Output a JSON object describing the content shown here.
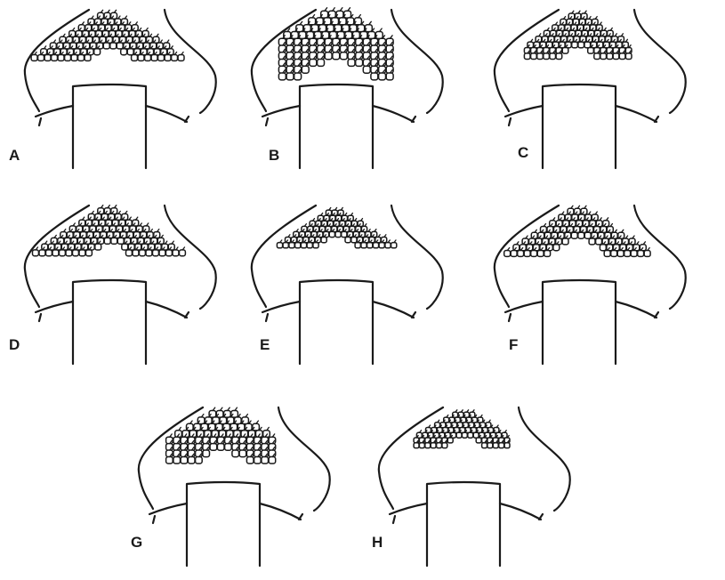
{
  "figure": {
    "panels": [
      {
        "label": "A",
        "pattern": {
          "apex": 0.1,
          "arm": 0.93,
          "depth": 0.7,
          "angle": 0.42,
          "scale": 1.0
        }
      },
      {
        "label": "B",
        "pattern": {
          "apex": 0.05,
          "arm": 0.55,
          "depth": 0.95,
          "angle": 0.62,
          "scale": 1.15
        }
      },
      {
        "label": "C",
        "pattern": {
          "apex": 0.12,
          "arm": 0.52,
          "depth": 0.72,
          "angle": 0.3,
          "scale": 0.95
        }
      },
      {
        "label": "D",
        "pattern": {
          "apex": 0.08,
          "arm": 0.85,
          "depth": 0.65,
          "angle": 0.4,
          "scale": 1.0
        }
      },
      {
        "label": "E",
        "pattern": {
          "apex": 0.15,
          "arm": 0.9,
          "depth": 0.45,
          "angle": 0.36,
          "scale": 0.9
        }
      },
      {
        "label": "F",
        "pattern": {
          "apex": 0.1,
          "arm": 0.85,
          "depth": 0.6,
          "angle": 0.36,
          "scale": 1.0
        }
      },
      {
        "label": "G",
        "pattern": {
          "apex": 0.12,
          "arm": 0.55,
          "depth": 0.7,
          "angle": 0.55,
          "scale": 1.1
        }
      },
      {
        "label": "H",
        "pattern": {
          "apex": 0.15,
          "arm": 0.45,
          "depth": 0.55,
          "angle": 0.58,
          "scale": 0.85
        }
      }
    ]
  }
}
